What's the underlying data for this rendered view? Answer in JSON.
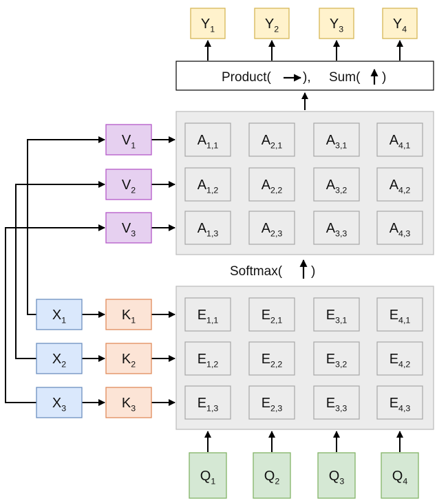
{
  "outputs": [
    {
      "base": "Y",
      "sub": "1"
    },
    {
      "base": "Y",
      "sub": "2"
    },
    {
      "base": "Y",
      "sub": "3"
    },
    {
      "base": "Y",
      "sub": "4"
    }
  ],
  "queries": [
    {
      "base": "Q",
      "sub": "1"
    },
    {
      "base": "Q",
      "sub": "2"
    },
    {
      "base": "Q",
      "sub": "3"
    },
    {
      "base": "Q",
      "sub": "4"
    }
  ],
  "inputs": [
    {
      "base": "X",
      "sub": "1"
    },
    {
      "base": "X",
      "sub": "2"
    },
    {
      "base": "X",
      "sub": "3"
    }
  ],
  "keys": [
    {
      "base": "K",
      "sub": "1"
    },
    {
      "base": "K",
      "sub": "2"
    },
    {
      "base": "K",
      "sub": "3"
    }
  ],
  "values": [
    {
      "base": "V",
      "sub": "1"
    },
    {
      "base": "V",
      "sub": "2"
    },
    {
      "base": "V",
      "sub": "3"
    }
  ],
  "attention_matrix": {
    "base": "A",
    "rows": [
      [
        "1,1",
        "2,1",
        "3,1",
        "4,1"
      ],
      [
        "1,2",
        "2,2",
        "3,2",
        "4,2"
      ],
      [
        "1,3",
        "2,3",
        "3,3",
        "4,3"
      ]
    ]
  },
  "energy_matrix": {
    "base": "E",
    "rows": [
      [
        "1,1",
        "2,1",
        "3,1",
        "4,1"
      ],
      [
        "1,2",
        "2,2",
        "3,2",
        "4,2"
      ],
      [
        "1,3",
        "2,3",
        "3,3",
        "4,3"
      ]
    ]
  },
  "product_sum": {
    "product_text": "Product(",
    "between_text": "),",
    "sum_text": "Sum(",
    "end_text": ")"
  },
  "softmax": {
    "text": "Softmax(",
    "end_text": ")"
  },
  "colors": {
    "output_fill": "#fff2cc",
    "output_stroke": "#d6b656",
    "query_fill": "#d5e8d4",
    "query_stroke": "#82b366",
    "input_fill": "#dae8fc",
    "input_stroke": "#6c8ebf",
    "key_fill": "#fce4d6",
    "key_stroke": "#e08a5a",
    "value_fill": "#e6d0f0",
    "value_stroke": "#b458c8",
    "panel_fill": "#ececec",
    "panel_stroke": "#bfbfbf",
    "cell_stroke": "#a6a6a6"
  }
}
